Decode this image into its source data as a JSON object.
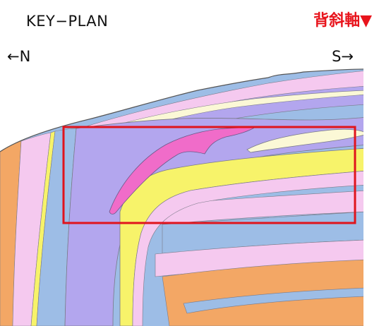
{
  "header": {
    "title": "KEY−PLAN",
    "axis_label": "背斜軸▼"
  },
  "directions": {
    "north": "←N",
    "south": "S→"
  },
  "colors": {
    "axis_label": "#e8141c",
    "highlight_frame": "#e0141c",
    "layer_purple": "#b3a6ee",
    "layer_blue": "#9dbde6",
    "layer_pink": "#f5c9ef",
    "layer_yellow": "#f7f36a",
    "layer_cream": "#fbf8d6",
    "layer_orange": "#f3a765",
    "layer_magenta": "#f06cc9"
  }
}
